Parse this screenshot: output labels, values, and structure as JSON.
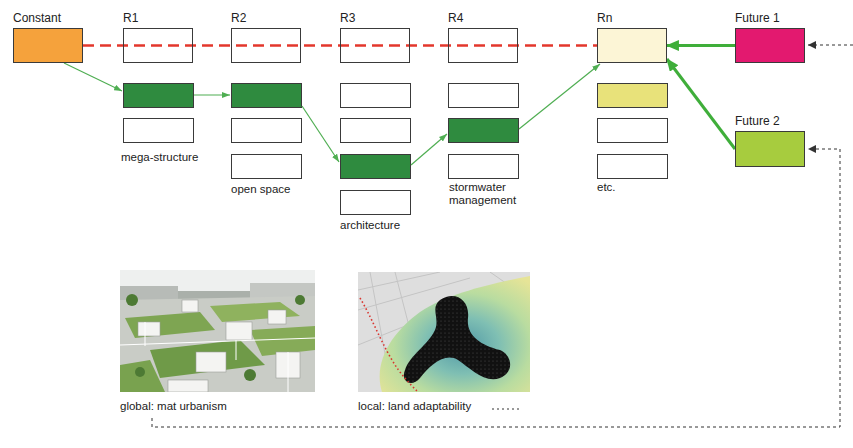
{
  "diagram": {
    "nodes": [
      {
        "text": [
          "Constant"
        ]
      },
      {
        "text": [
          "R1"
        ]
      },
      {
        "text": [
          "R2"
        ]
      },
      {
        "text": [
          "R3"
        ]
      },
      {
        "text": [
          "R4"
        ]
      },
      {
        "text": [
          "Rn"
        ]
      },
      {
        "text": [
          "Future 1"
        ]
      },
      {
        "text": [
          "Future 2"
        ]
      }
    ],
    "edges": [
      {
        "from": 0,
        "to": 5,
        "arrow": "none"
      },
      {
        "from": 6,
        "to": 5,
        "arrow": "to"
      },
      {
        "from": 7,
        "to": 5,
        "arrow": "to"
      }
    ],
    "labels": [
      "mega-structure",
      "open space",
      "architecture",
      "stormwater management",
      "etc.",
      "global: mat urbanism",
      "local: land adaptability"
    ]
  }
}
